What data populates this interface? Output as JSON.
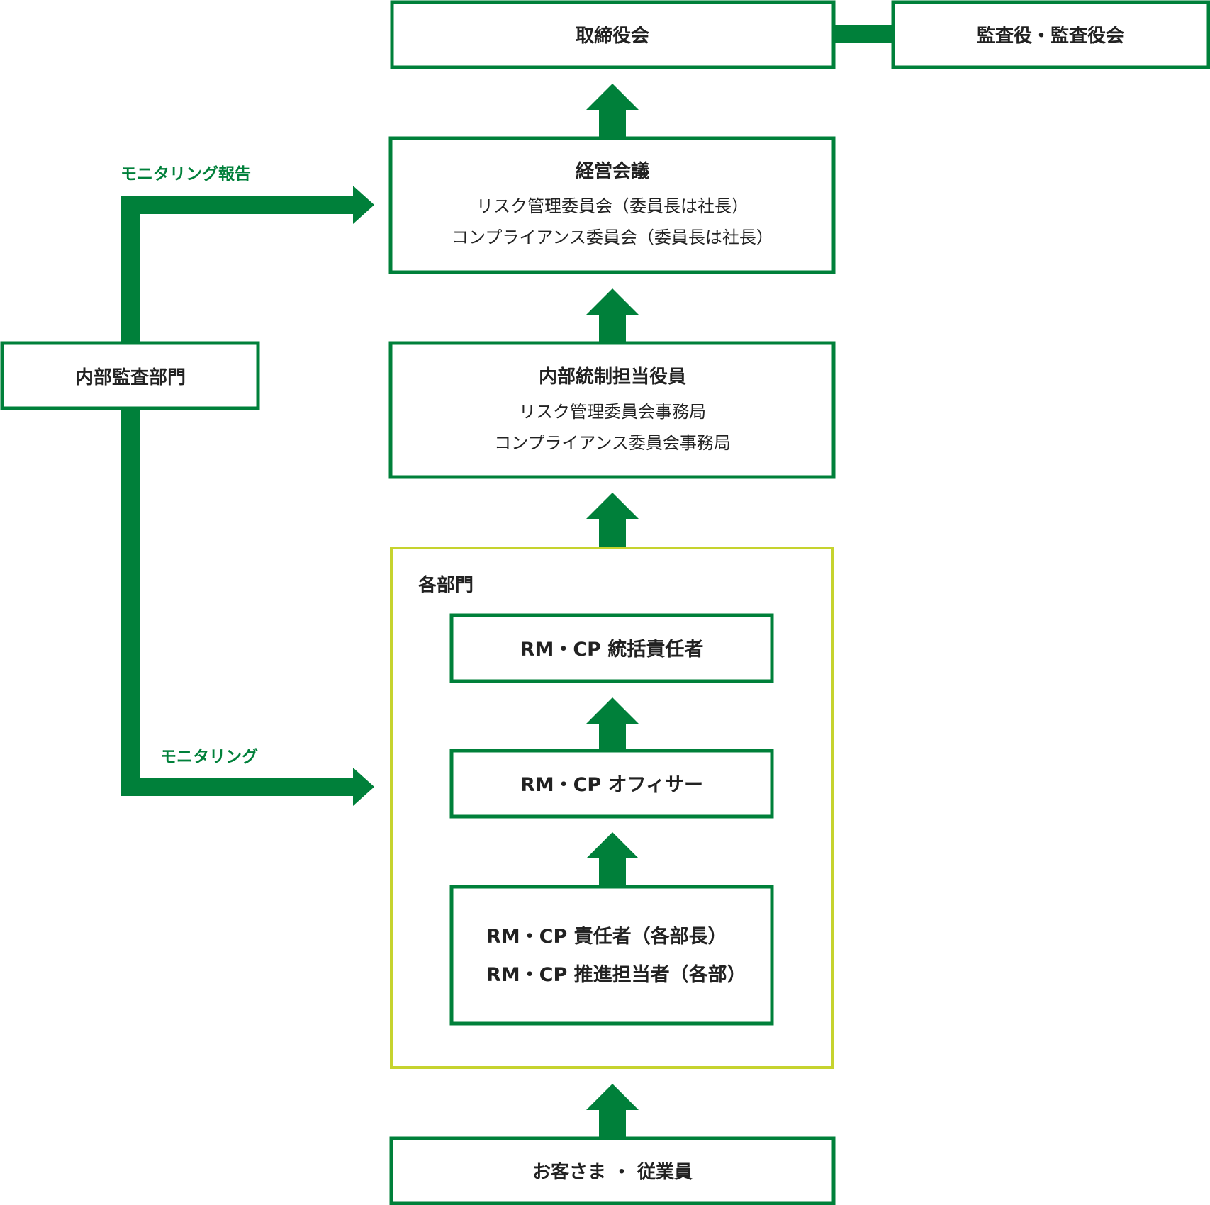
{
  "colors": {
    "green": "#00803a",
    "lime": "#c6d32e",
    "text": "#222222"
  },
  "nodes": {
    "board": {
      "label": "取締役会"
    },
    "auditors": {
      "label": "監査役・監査役会"
    },
    "management": {
      "title": "経営会議",
      "lines": [
        "リスク管理委員会（委員長は社長）",
        "コンプライアンス委員会（委員長は社長）"
      ]
    },
    "internal_audit": {
      "label": "内部監査部門"
    },
    "internal_control": {
      "title": "内部統制担当役員",
      "lines": [
        "リスク管理委員会事務局",
        "コンプライアンス委員会事務局"
      ]
    },
    "departments": {
      "title": "各部門",
      "chief": "RM・CP 統括責任者",
      "officer": "RM・CP オフィサー",
      "responsible": [
        "RM・CP 責任者（各部長）",
        "RM・CP 推進担当者（各部）"
      ]
    },
    "customers": {
      "label": "お客さま ・ 従業員"
    }
  },
  "labels": {
    "monitoring_report": "モニタリング報告",
    "monitoring": "モニタリング"
  }
}
